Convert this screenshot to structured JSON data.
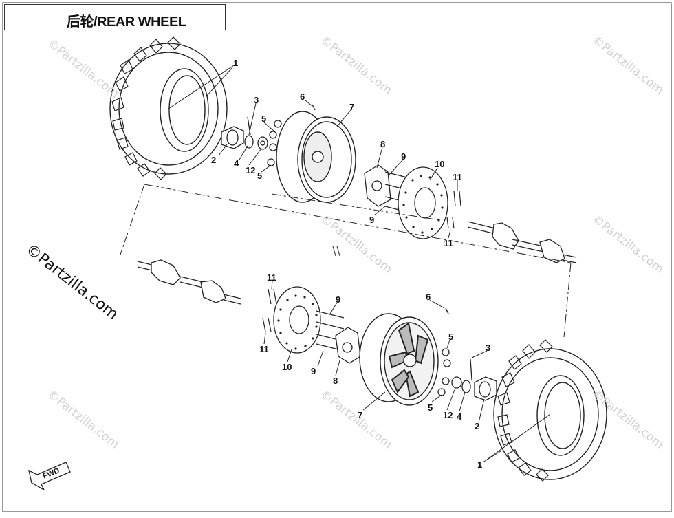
{
  "title": "后轮/REAR WHEEL",
  "watermark": "©Partzilla.com",
  "side_watermark": "©Partzilla.com",
  "fwd_label": "FWD",
  "colors": {
    "line": "#222222",
    "watermark": "#d0d0d0",
    "frame": "#333333"
  },
  "callouts_top": [
    "1",
    "2",
    "3",
    "4",
    "12",
    "5",
    "5",
    "6",
    "7",
    "8",
    "9",
    "9",
    "10",
    "11",
    "11"
  ],
  "callouts_bottom": [
    "11",
    "11",
    "10",
    "9",
    "9",
    "8",
    "6",
    "7",
    "5",
    "5",
    "12",
    "4",
    "3",
    "2",
    "1"
  ]
}
